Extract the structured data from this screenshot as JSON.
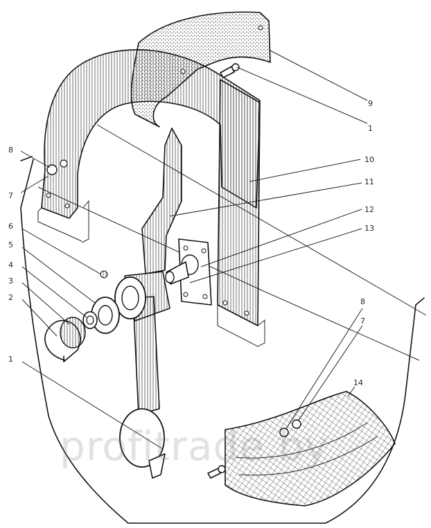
{
  "labels": {
    "l9": "9",
    "l1a": "1",
    "l10": "10",
    "l11": "11",
    "l12": "12",
    "l13": "13",
    "l8a": "8",
    "l7a": "7",
    "l14": "14",
    "l8b": "8",
    "l7b": "7",
    "l6": "6",
    "l5": "5",
    "l4": "4",
    "l3": "3",
    "l2": "2",
    "l1b": "1"
  },
  "watermark": "profitrade.by",
  "colors": {
    "ink": "#111111",
    "paper": "#ffffff",
    "watermark": "#bdbdbd"
  }
}
